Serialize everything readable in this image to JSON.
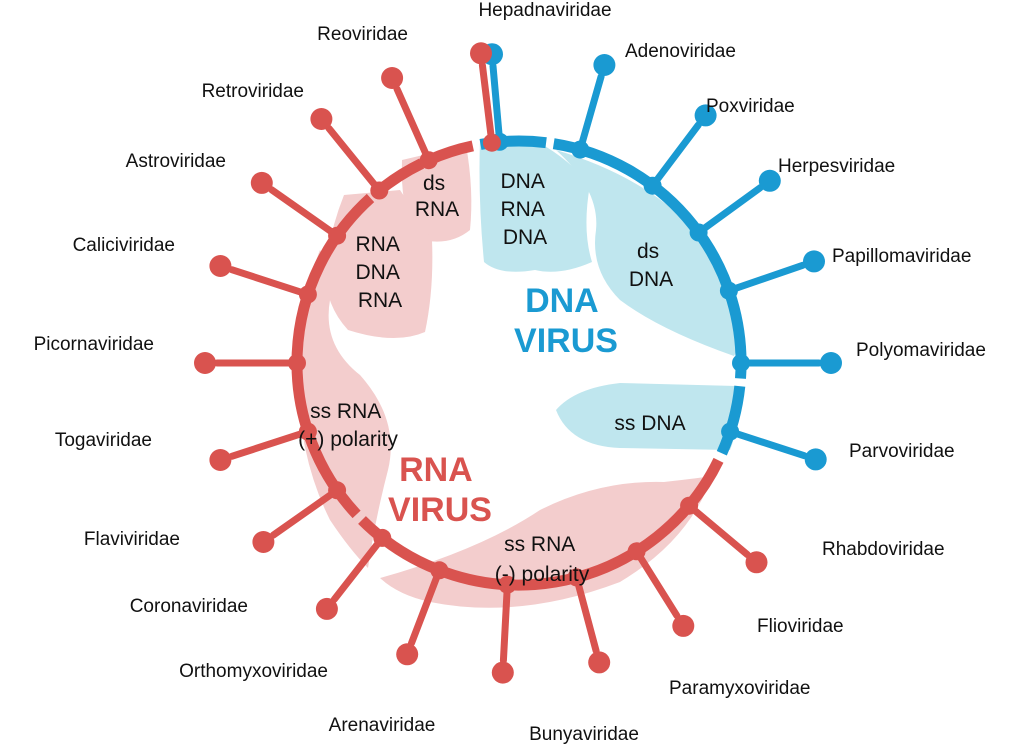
{
  "colors": {
    "rna": "#d9534f",
    "rna_fill": "#f3cdcd",
    "dna": "#1a9ad2",
    "dna_fill": "#bfe6ee"
  },
  "labels": {
    "dna_virus": [
      "DNA",
      "VIRUS"
    ],
    "rna_virus": [
      "RNA",
      "VIRUS"
    ],
    "ds_rna": [
      "ds",
      "RNA"
    ],
    "rna_dna_rna": [
      "RNA",
      "DNA",
      "RNA"
    ],
    "dna_rna_dna": [
      "DNA",
      "RNA",
      "DNA"
    ],
    "ds_dna": [
      "ds",
      "DNA"
    ],
    "ss_dna": "ss DNA",
    "ss_rna_pos": [
      "ss RNA",
      "(+) polarity"
    ],
    "ss_rna_neg": [
      "ss RNA",
      "(-) polarity"
    ]
  },
  "families": [
    {
      "name": "Hepadnaviridae",
      "group": "dna"
    },
    {
      "name": "Adenoviridae",
      "group": "dna"
    },
    {
      "name": "Poxviridae",
      "group": "dna"
    },
    {
      "name": "Herpesviridae",
      "group": "dna"
    },
    {
      "name": "Papillomaviridae",
      "group": "dna"
    },
    {
      "name": "Polyomaviridae",
      "group": "dna"
    },
    {
      "name": "Parvoviridae",
      "group": "dna"
    },
    {
      "name": "Rhabdoviridae",
      "group": "rna"
    },
    {
      "name": "Flioviridae",
      "group": "rna"
    },
    {
      "name": "Paramyxoviridae",
      "group": "rna"
    },
    {
      "name": "Bunyaviridae",
      "group": "rna"
    },
    {
      "name": "Arenaviridae",
      "group": "rna"
    },
    {
      "name": "Orthomyxoviridae",
      "group": "rna"
    },
    {
      "name": "Coronaviridae",
      "group": "rna"
    },
    {
      "name": "Flaviviridae",
      "group": "rna"
    },
    {
      "name": "Togaviridae",
      "group": "rna"
    },
    {
      "name": "Picornaviridae",
      "group": "rna"
    },
    {
      "name": "Caliciviridae",
      "group": "rna"
    },
    {
      "name": "Astroviridae",
      "group": "rna"
    },
    {
      "name": "Retroviridae",
      "group": "rna"
    },
    {
      "name": "Reoviridae",
      "group": "rna"
    }
  ]
}
